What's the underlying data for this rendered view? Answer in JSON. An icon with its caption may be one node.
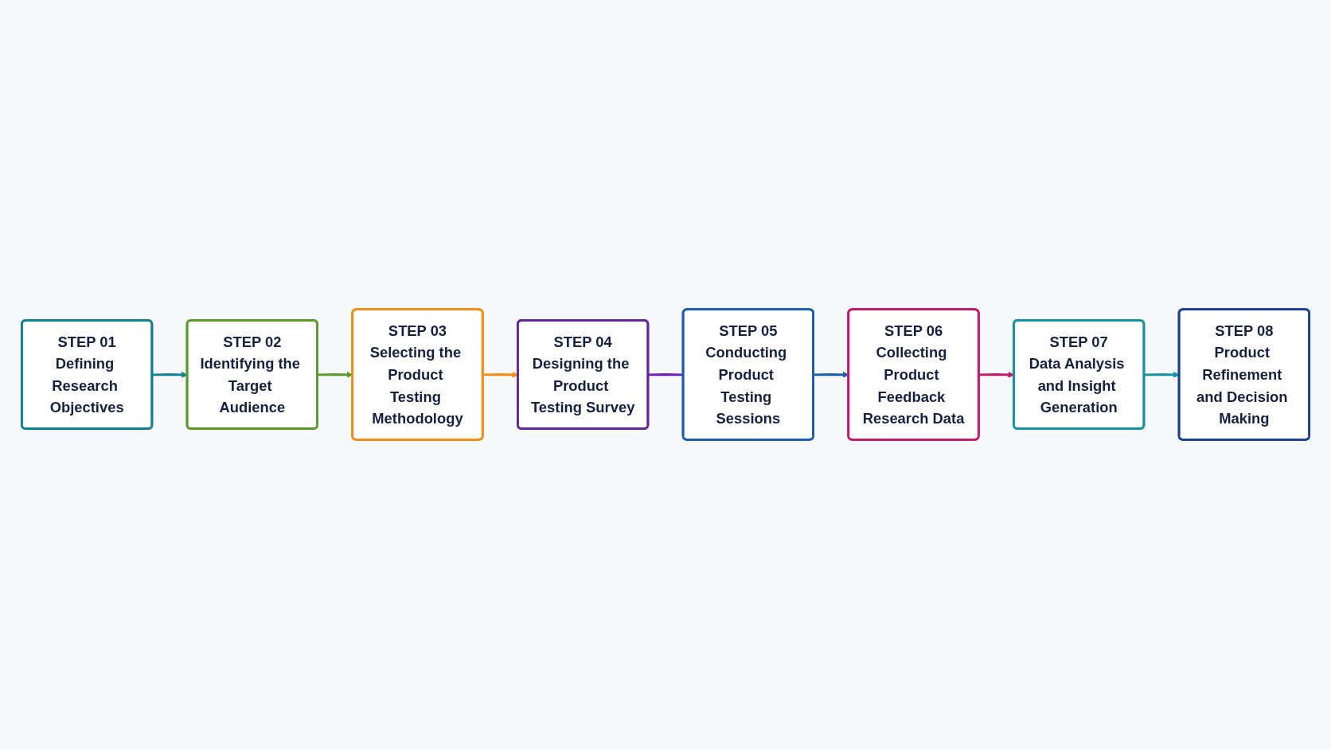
{
  "diagram": {
    "nodes": [
      {
        "text": [
          "STEP 01",
          "Defining Research Objectives"
        ]
      },
      {
        "text": [
          "STEP 02",
          "Identifying the Target Audience"
        ]
      },
      {
        "text": [
          "STEP 03",
          "Selecting the Product Testing Methodology"
        ]
      },
      {
        "text": [
          "STEP 04",
          "Designing the Product Testing Survey"
        ]
      },
      {
        "text": [
          "STEP 05",
          "Conducting Product Testing Sessions"
        ]
      },
      {
        "text": [
          "STEP 06",
          "Collecting Product Feedback Research Data"
        ]
      },
      {
        "text": [
          "STEP 07",
          "Data Analysis and Insight Generation"
        ]
      },
      {
        "text": [
          "STEP 08",
          "Product Refinement and Decision Making"
        ]
      }
    ],
    "edges": [
      {
        "from": 0,
        "to": 1,
        "arrow": "to",
        "color": "#14808f"
      },
      {
        "from": 1,
        "to": 2,
        "arrow": "to",
        "color": "#5a9a2a"
      },
      {
        "from": 2,
        "to": 3,
        "arrow": "to",
        "color": "#f08c14"
      },
      {
        "from": 3,
        "to": 4,
        "arrow": "none",
        "color": "#6a1fb8"
      },
      {
        "from": 4,
        "to": 5,
        "arrow": "to",
        "color": "#1a5cb0"
      },
      {
        "from": 5,
        "to": 6,
        "arrow": "to",
        "color": "#c0186a"
      },
      {
        "from": 6,
        "to": 7,
        "arrow": "to",
        "color": "#15929e"
      }
    ]
  }
}
